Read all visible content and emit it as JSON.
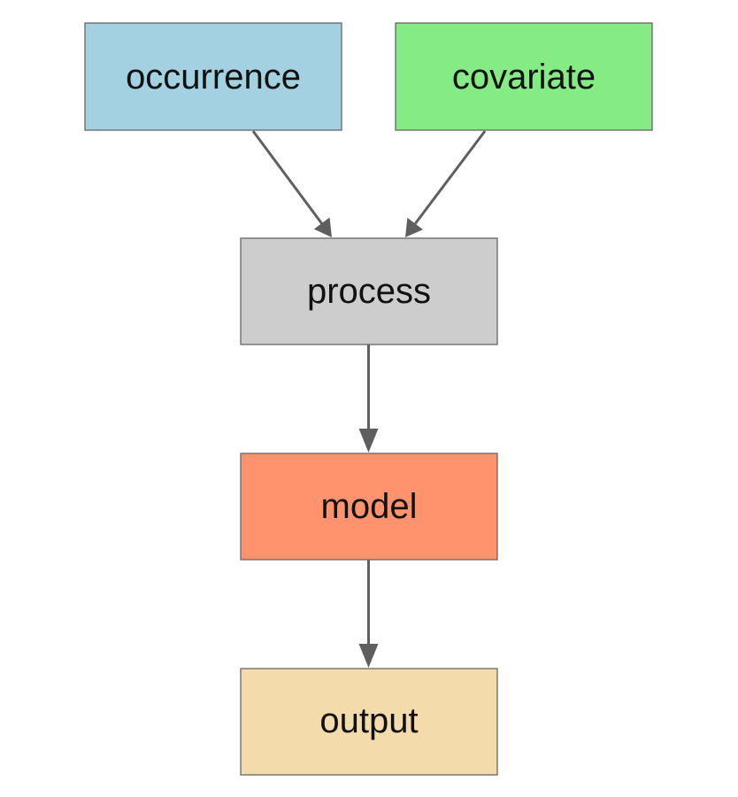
{
  "nodes": [
    {
      "id": "occurrence",
      "label": "occurrence",
      "color": "#a3d1e1"
    },
    {
      "id": "covariate",
      "label": "covariate",
      "color": "#85eb85"
    },
    {
      "id": "process",
      "label": "process",
      "color": "#cdcdcd"
    },
    {
      "id": "model",
      "label": "model",
      "color": "#ff936d"
    },
    {
      "id": "output",
      "label": "output",
      "color": "#f4dbac"
    }
  ],
  "edges": [
    {
      "from": "occurrence",
      "to": "process"
    },
    {
      "from": "covariate",
      "to": "process"
    },
    {
      "from": "process",
      "to": "model"
    },
    {
      "from": "model",
      "to": "output"
    }
  ],
  "colors": {
    "edge": "#5f5f5f",
    "node_border": "#666666",
    "background": "#ffffff"
  }
}
